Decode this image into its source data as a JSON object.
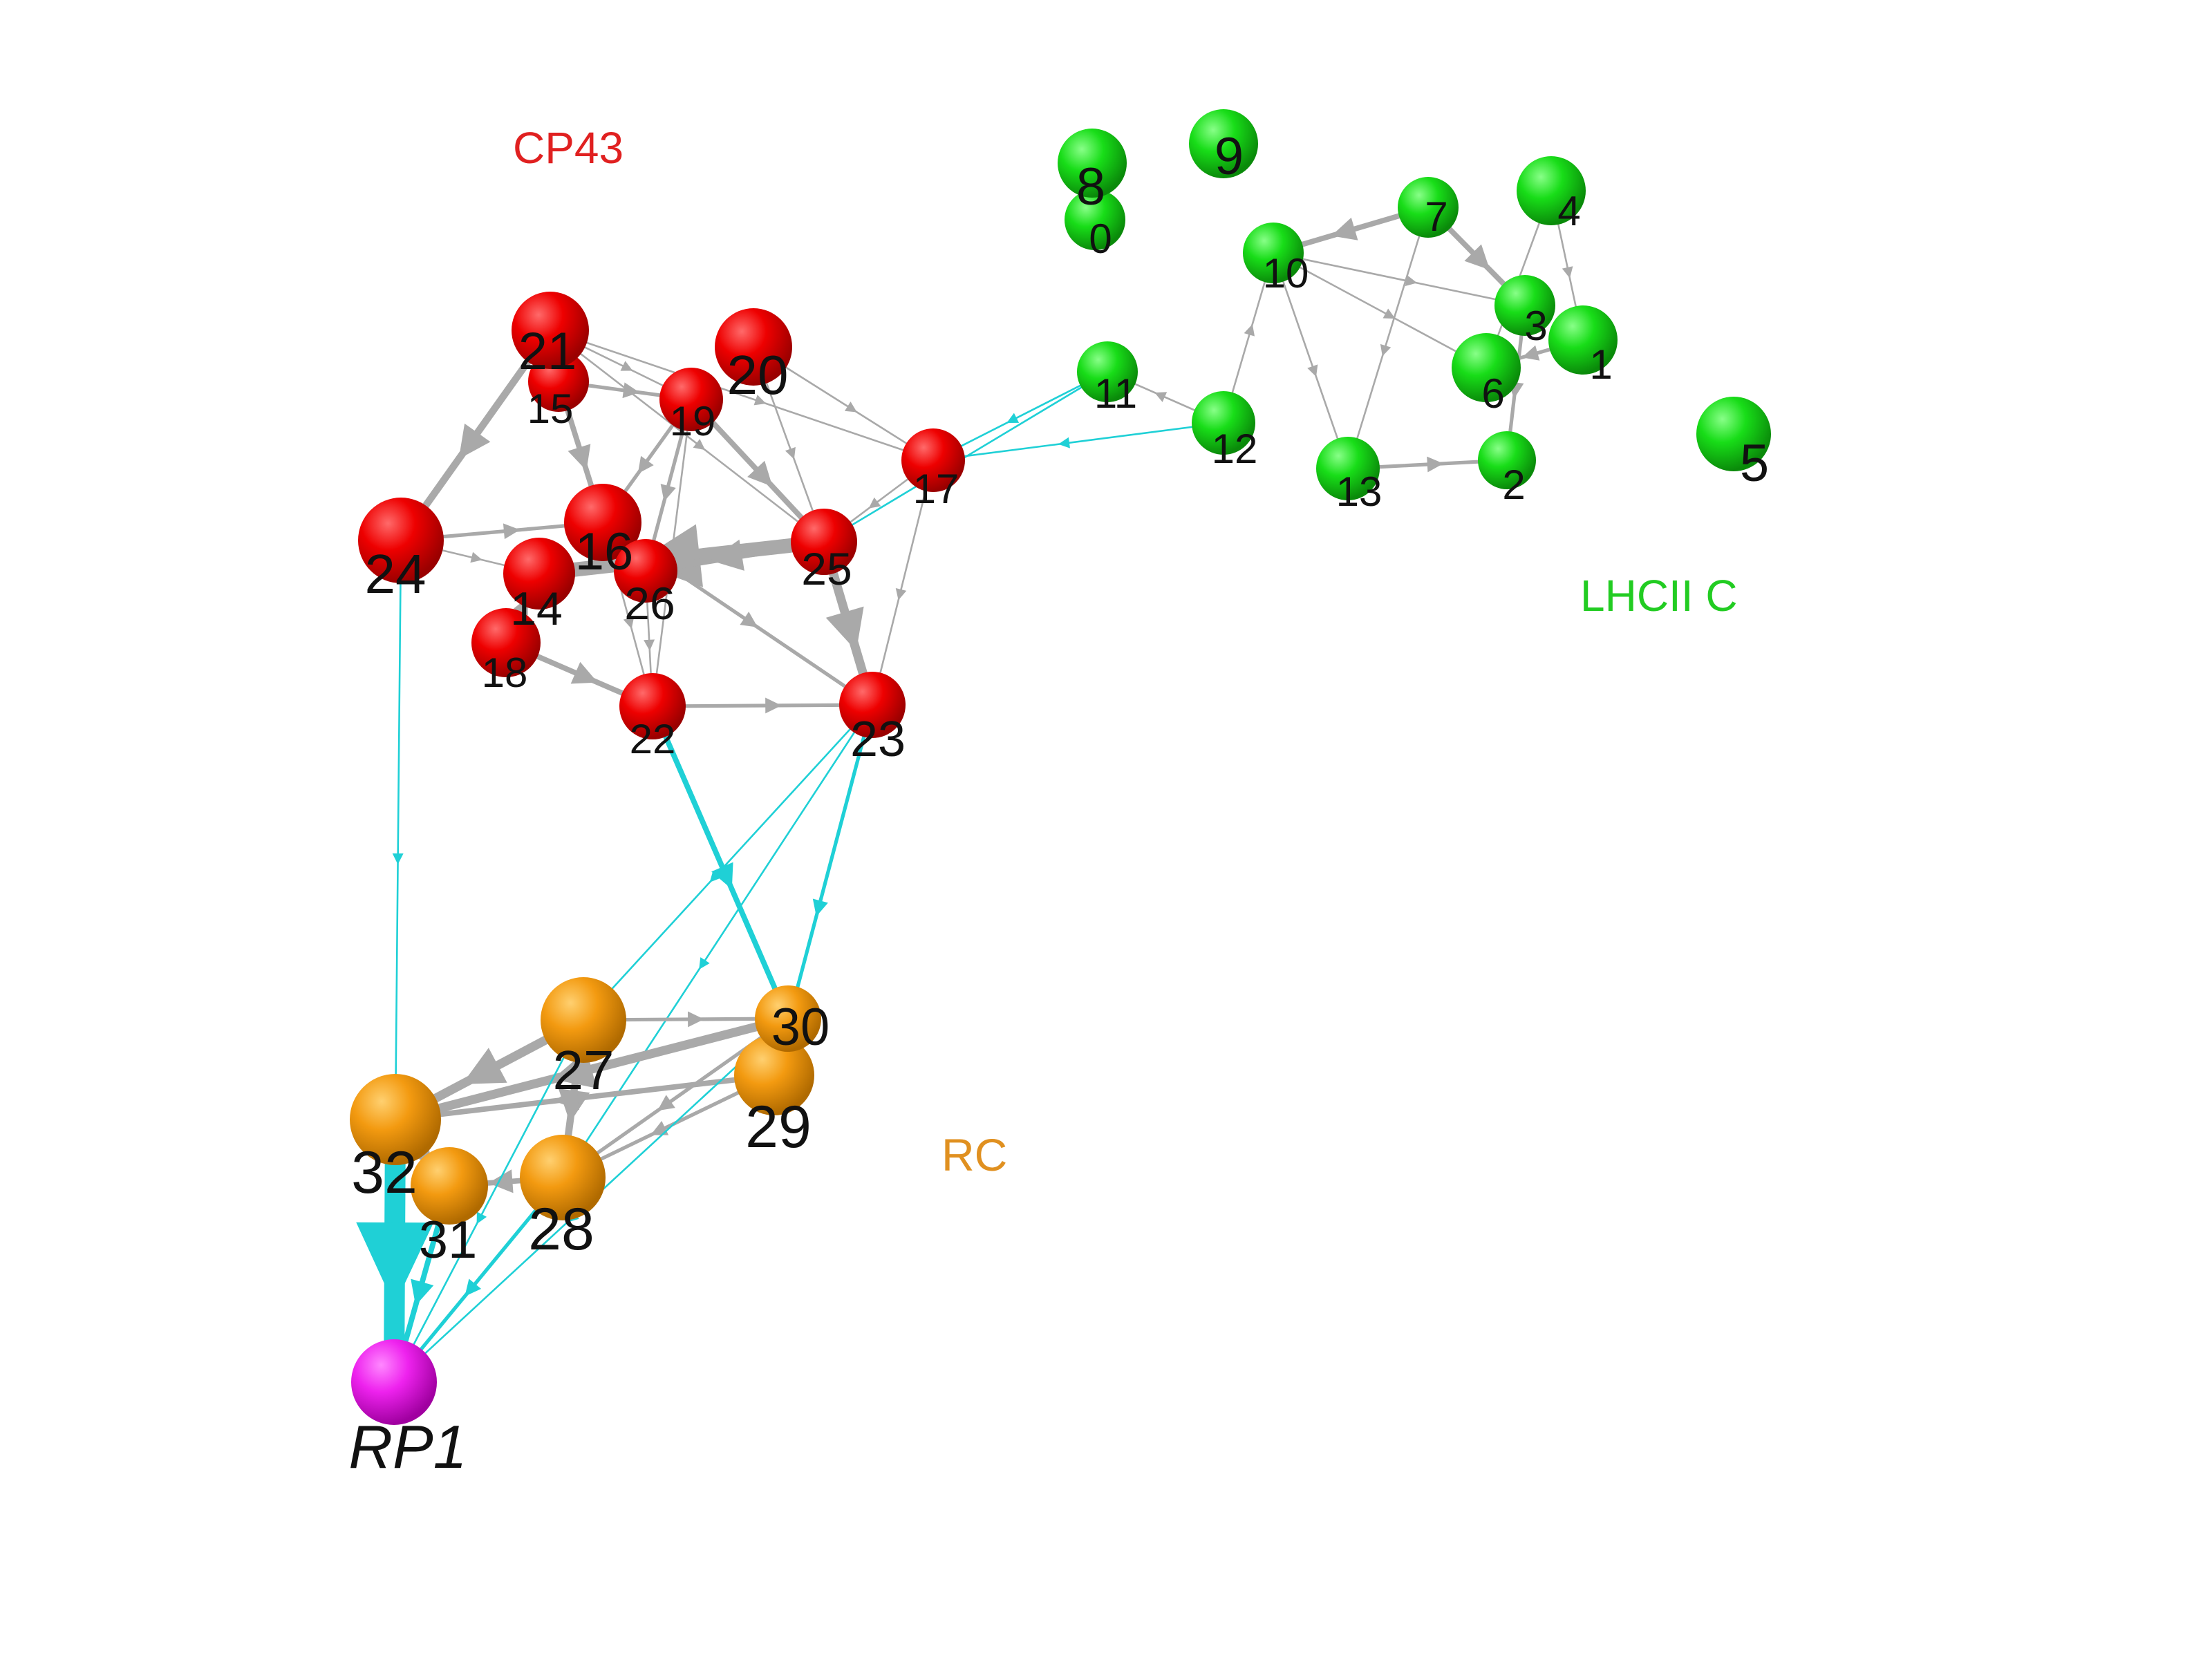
{
  "diagram": {
    "groups": [
      {
        "id": "cp43",
        "label": "CP43",
        "color": "#e02020"
      },
      {
        "id": "lhcii",
        "label": "LHCII C",
        "color": "#22cc22"
      },
      {
        "id": "rc",
        "label": "RC",
        "color": "#e09020"
      }
    ],
    "nodes": [
      {
        "id": "0",
        "label": "0",
        "group": "lhcii"
      },
      {
        "id": "1",
        "label": "1",
        "group": "lhcii"
      },
      {
        "id": "2",
        "label": "2",
        "group": "lhcii"
      },
      {
        "id": "3",
        "label": "3",
        "group": "lhcii"
      },
      {
        "id": "4",
        "label": "4",
        "group": "lhcii"
      },
      {
        "id": "5",
        "label": "5",
        "group": "lhcii"
      },
      {
        "id": "6",
        "label": "6",
        "group": "lhcii"
      },
      {
        "id": "7",
        "label": "7",
        "group": "lhcii"
      },
      {
        "id": "8",
        "label": "8",
        "group": "lhcii"
      },
      {
        "id": "9",
        "label": "9",
        "group": "lhcii"
      },
      {
        "id": "10",
        "label": "10",
        "group": "lhcii"
      },
      {
        "id": "11",
        "label": "11",
        "group": "lhcii"
      },
      {
        "id": "12",
        "label": "12",
        "group": "lhcii"
      },
      {
        "id": "13",
        "label": "13",
        "group": "lhcii"
      },
      {
        "id": "14",
        "label": "14",
        "group": "cp43"
      },
      {
        "id": "15",
        "label": "15",
        "group": "cp43"
      },
      {
        "id": "16",
        "label": "16",
        "group": "cp43"
      },
      {
        "id": "17",
        "label": "17",
        "group": "cp43"
      },
      {
        "id": "18",
        "label": "18",
        "group": "cp43"
      },
      {
        "id": "19",
        "label": "19",
        "group": "cp43"
      },
      {
        "id": "20",
        "label": "20",
        "group": "cp43"
      },
      {
        "id": "21",
        "label": "21",
        "group": "cp43"
      },
      {
        "id": "22",
        "label": "22",
        "group": "cp43"
      },
      {
        "id": "23",
        "label": "23",
        "group": "cp43"
      },
      {
        "id": "24",
        "label": "24",
        "group": "cp43"
      },
      {
        "id": "25",
        "label": "25",
        "group": "cp43"
      },
      {
        "id": "26",
        "label": "26",
        "group": "cp43"
      },
      {
        "id": "27",
        "label": "27",
        "group": "rc"
      },
      {
        "id": "28",
        "label": "28",
        "group": "rc"
      },
      {
        "id": "29",
        "label": "29",
        "group": "rc"
      },
      {
        "id": "30",
        "label": "30",
        "group": "rc"
      },
      {
        "id": "31",
        "label": "31",
        "group": "rc"
      },
      {
        "id": "32",
        "label": "32",
        "group": "rc"
      },
      {
        "id": "RP1",
        "label": "RP1",
        "group": "rp"
      }
    ],
    "edges": [
      {
        "from": "7",
        "to": "10",
        "kind": "internal",
        "weight": 3
      },
      {
        "from": "7",
        "to": "3",
        "kind": "internal",
        "weight": 3
      },
      {
        "from": "4",
        "to": "1",
        "kind": "internal",
        "weight": 1
      },
      {
        "from": "4",
        "to": "6",
        "kind": "internal",
        "weight": 1
      },
      {
        "from": "1",
        "to": "6",
        "kind": "internal",
        "weight": 2
      },
      {
        "from": "3",
        "to": "2",
        "kind": "internal",
        "weight": 2
      },
      {
        "from": "10",
        "to": "3",
        "kind": "internal",
        "weight": 1
      },
      {
        "from": "10",
        "to": "6",
        "kind": "internal",
        "weight": 1
      },
      {
        "from": "10",
        "to": "13",
        "kind": "internal",
        "weight": 1
      },
      {
        "from": "7",
        "to": "13",
        "kind": "internal",
        "weight": 1
      },
      {
        "from": "13",
        "to": "2",
        "kind": "internal",
        "weight": 2
      },
      {
        "from": "12",
        "to": "10",
        "kind": "internal",
        "weight": 1
      },
      {
        "from": "12",
        "to": "11",
        "kind": "internal",
        "weight": 1
      },
      {
        "from": "11",
        "to": "17",
        "kind": "transfer",
        "weight": 1
      },
      {
        "from": "12",
        "to": "17",
        "kind": "transfer",
        "weight": 1
      },
      {
        "from": "11",
        "to": "25",
        "kind": "transfer",
        "weight": 1
      },
      {
        "from": "21",
        "to": "24",
        "kind": "internal",
        "weight": 4
      },
      {
        "from": "21",
        "to": "15",
        "kind": "internal",
        "weight": 2
      },
      {
        "from": "15",
        "to": "16",
        "kind": "internal",
        "weight": 3
      },
      {
        "from": "15",
        "to": "19",
        "kind": "internal",
        "weight": 2
      },
      {
        "from": "21",
        "to": "19",
        "kind": "internal",
        "weight": 1
      },
      {
        "from": "21",
        "to": "25",
        "kind": "internal",
        "weight": 1
      },
      {
        "from": "21",
        "to": "17",
        "kind": "internal",
        "weight": 1
      },
      {
        "from": "20",
        "to": "17",
        "kind": "internal",
        "weight": 1
      },
      {
        "from": "20",
        "to": "25",
        "kind": "internal",
        "weight": 1
      },
      {
        "from": "19",
        "to": "25",
        "kind": "internal",
        "weight": 3
      },
      {
        "from": "19",
        "to": "16",
        "kind": "internal",
        "weight": 2
      },
      {
        "from": "19",
        "to": "22",
        "kind": "internal",
        "weight": 1
      },
      {
        "from": "19",
        "to": "26",
        "kind": "internal",
        "weight": 2
      },
      {
        "from": "17",
        "to": "23",
        "kind": "internal",
        "weight": 1
      },
      {
        "from": "17",
        "to": "25",
        "kind": "internal",
        "weight": 1
      },
      {
        "from": "24",
        "to": "16",
        "kind": "internal",
        "weight": 2
      },
      {
        "from": "24",
        "to": "14",
        "kind": "internal",
        "weight": 1
      },
      {
        "from": "25",
        "to": "14",
        "kind": "internal",
        "weight": 8
      },
      {
        "from": "25",
        "to": "26",
        "kind": "internal",
        "weight": 4
      },
      {
        "from": "25",
        "to": "23",
        "kind": "internal",
        "weight": 5
      },
      {
        "from": "16",
        "to": "23",
        "kind": "internal",
        "weight": 2
      },
      {
        "from": "26",
        "to": "22",
        "kind": "internal",
        "weight": 1
      },
      {
        "from": "16",
        "to": "22",
        "kind": "internal",
        "weight": 1
      },
      {
        "from": "18",
        "to": "22",
        "kind": "internal",
        "weight": 3
      },
      {
        "from": "18",
        "to": "14",
        "kind": "internal",
        "weight": 2
      },
      {
        "from": "22",
        "to": "23",
        "kind": "internal",
        "weight": 2
      },
      {
        "from": "24",
        "to": "32",
        "kind": "transfer",
        "weight": 1
      },
      {
        "from": "22",
        "to": "30",
        "kind": "transfer",
        "weight": 3
      },
      {
        "from": "23",
        "to": "29",
        "kind": "transfer",
        "weight": 2
      },
      {
        "from": "23",
        "to": "27",
        "kind": "transfer",
        "weight": 1
      },
      {
        "from": "23",
        "to": "28",
        "kind": "transfer",
        "weight": 1
      },
      {
        "from": "27",
        "to": "30",
        "kind": "internal",
        "weight": 2
      },
      {
        "from": "27",
        "to": "32",
        "kind": "internal",
        "weight": 5
      },
      {
        "from": "27",
        "to": "28",
        "kind": "internal",
        "weight": 4
      },
      {
        "from": "30",
        "to": "32",
        "kind": "internal",
        "weight": 5
      },
      {
        "from": "30",
        "to": "28",
        "kind": "internal",
        "weight": 2
      },
      {
        "from": "29",
        "to": "32",
        "kind": "internal",
        "weight": 3
      },
      {
        "from": "29",
        "to": "28",
        "kind": "internal",
        "weight": 2
      },
      {
        "from": "28",
        "to": "31",
        "kind": "internal",
        "weight": 3
      },
      {
        "from": "32",
        "to": "31",
        "kind": "internal",
        "weight": 3
      },
      {
        "from": "32",
        "to": "RP1",
        "kind": "sink",
        "weight": 14
      },
      {
        "from": "31",
        "to": "RP1",
        "kind": "transfer",
        "weight": 3
      },
      {
        "from": "28",
        "to": "RP1",
        "kind": "transfer",
        "weight": 2
      },
      {
        "from": "27",
        "to": "RP1",
        "kind": "transfer",
        "weight": 1
      },
      {
        "from": "30",
        "to": "RP1",
        "kind": "transfer",
        "weight": 1
      }
    ],
    "colors": {
      "internal_edge": "#a9a9a9",
      "transfer_edge": "#1fd0d6",
      "rp_node": "#ee22ee"
    }
  }
}
